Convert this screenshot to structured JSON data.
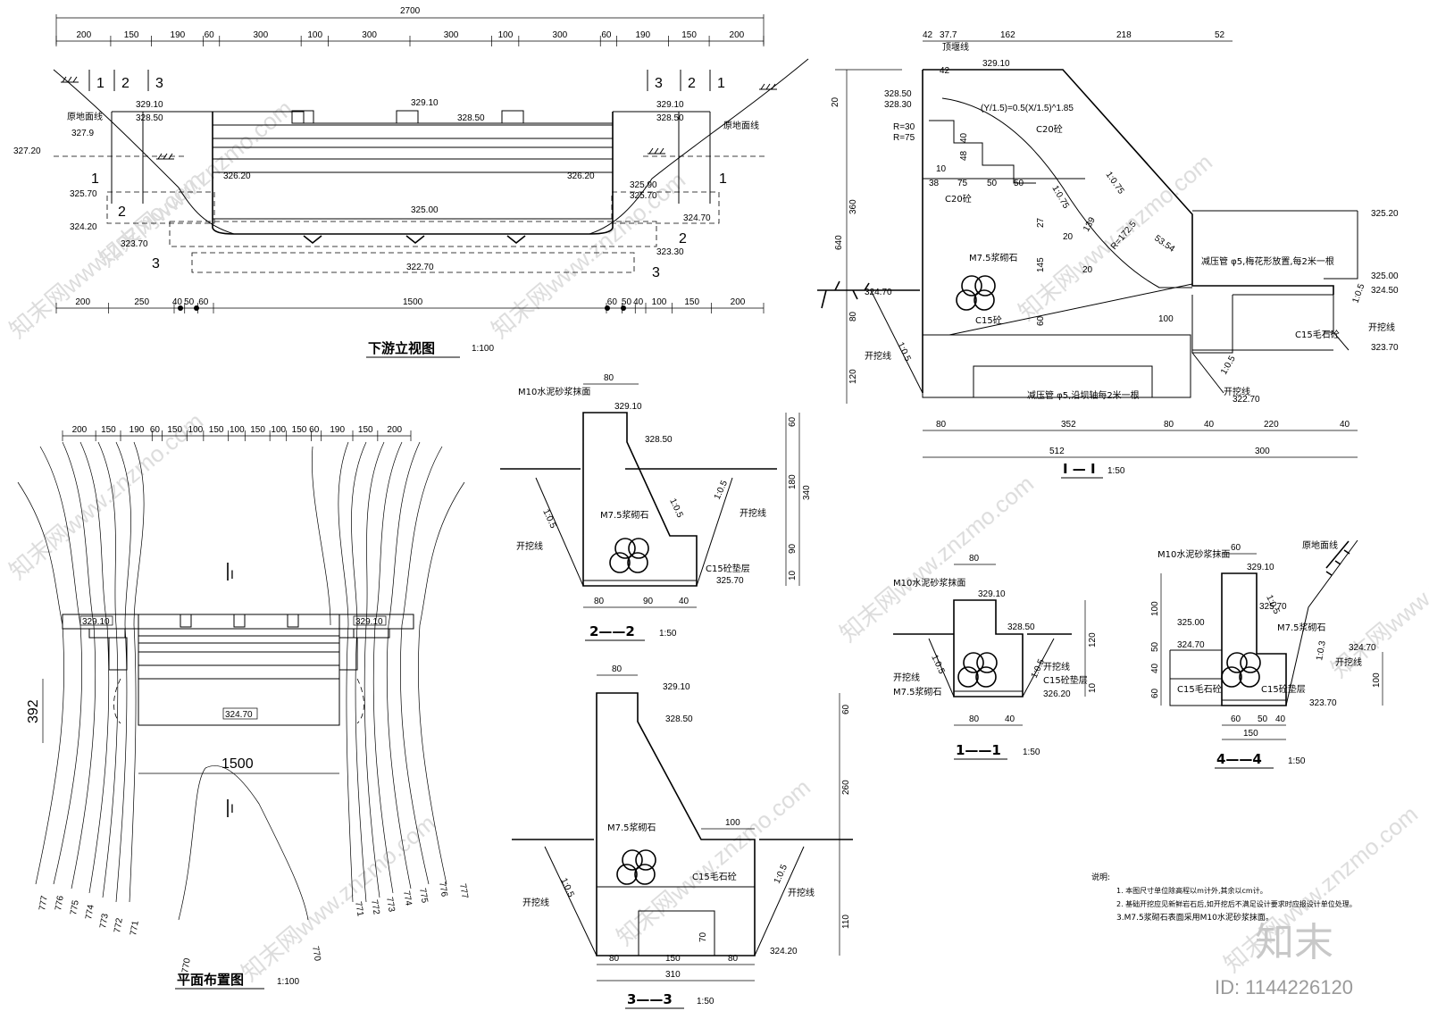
{
  "elevation": {
    "title": "下游立视图",
    "scale": "1:100",
    "top_total": "2700",
    "top_dims": [
      "200",
      "150",
      "190",
      "60",
      "300",
      "100",
      "300",
      "300",
      "100",
      "300",
      "60",
      "190",
      "150",
      "200"
    ],
    "bottom_dims": [
      "200",
      "250",
      "40",
      "50",
      "60",
      "1500",
      "60",
      "50",
      "40",
      "100",
      "150",
      "200"
    ],
    "elevations": {
      "crest_l": "329.10",
      "crest_r": "329.10",
      "crest_c": "329.10",
      "shoulder_l": "328.50",
      "shoulder_r": "328.50",
      "shoulder_c": "328.50",
      "ground_l": "327.9",
      "ground_far_l": "327.20",
      "apron_l": "326.20",
      "apron_r": "326.20",
      "left_325_70": "325.70",
      "r_325_90": "325.90",
      "r_325_70": "325.70",
      "center_325": "325.00",
      "r_324_70": "324.70",
      "l_324_20": "324.20",
      "l_323_70": "323.70",
      "r_323_30": "323.30",
      "bottom": "322.70"
    },
    "ground_label_l": "原地面线",
    "ground_label_r": "原地面线",
    "section_marks": [
      "1",
      "2",
      "3",
      "3",
      "2",
      "1"
    ]
  },
  "section_I": {
    "title": "I — I",
    "scale": "1:50",
    "top_dims": [
      "42",
      "37.7",
      "162",
      "218",
      "52"
    ],
    "top_sub": "42",
    "labels": {
      "crest": "329.10",
      "e1": "328.50",
      "e2": "328.30",
      "r1": "R=30",
      "r2": "R=75",
      "profile": "顶堰线",
      "eq": "(Y/1.5)=0.5(X/1.5)^1.85",
      "c20a": "C20砼",
      "c20b": "C20砼",
      "m75": "M7.5浆砌石",
      "c15": "C15砼",
      "slope_out": "1:0.75",
      "slope_in": "1:0.75",
      "r172": "R=172.5",
      "d139": "139",
      "d27": "27",
      "d145": "145",
      "d60": "60",
      "d20a": "20",
      "d20b": "20",
      "d53": "53.54",
      "d100": "100",
      "d10": "10",
      "d38": "38",
      "d75": "75",
      "d50a": "50",
      "d50b": "50",
      "d40": "40",
      "d48": "48",
      "v20": "20",
      "v360": "360",
      "v640": "640",
      "v80": "80",
      "v120": "120",
      "ground": "324.70",
      "open_l": "开挖线",
      "slope_l": "1:0.5",
      "pipe1": "减压管 φ5,梅花形放置,每2米一根",
      "pipe2": "减压管 φ5,沿坝轴每2米一根",
      "c15stone": "C15毛石砼",
      "open_r": "开挖线",
      "slope_r1": "1:0.5",
      "slope_r2": "1:0.5",
      "e325_20": "325.20",
      "e325_00": "325.00",
      "e324_50": "324.50",
      "e323_70": "323.70",
      "e322_70": "322.70"
    },
    "bottom_dims": [
      "80",
      "352",
      "80",
      "40",
      "220",
      "40"
    ],
    "bottom_total": [
      "512",
      "300"
    ]
  },
  "section_2": {
    "title": "2——2",
    "scale": "1:50",
    "top_dim": "80",
    "mortar": "M10水泥砂浆抹面",
    "crest": "329.10",
    "shoulder": "328.50",
    "slope_in": "1:0.5",
    "slope_l": "1:0.5",
    "slope_r": "1:0.5",
    "stone": "M7.5浆砌石",
    "open_l": "开挖线",
    "open_r": "开挖线",
    "cushion": "C15砼垫层",
    "base": "325.70",
    "right_dims": [
      "60",
      "180",
      "90",
      "10"
    ],
    "total": "340",
    "bottom_dims": [
      "80",
      "90",
      "40"
    ]
  },
  "section_3": {
    "title": "3——3",
    "scale": "1:50",
    "top_dim": "80",
    "crest": "329.10",
    "shoulder": "328.50",
    "step": "100",
    "stone": "M7.5浆砌石",
    "concrete": "C15毛石砼",
    "open_l": "开挖线",
    "open_r": "开挖线",
    "slope_l": "1:0.5",
    "slope_r": "1:0.5",
    "base": "324.20",
    "d70": "70",
    "right_dims": [
      "60",
      "260",
      "110"
    ],
    "bottom_dims": [
      "80",
      "150",
      "80"
    ],
    "total": "310"
  },
  "section_1": {
    "title": "1——1",
    "scale": "1:50",
    "top_dim": "80",
    "mortar": "M10水泥砂浆抹面",
    "crest": "329.10",
    "shoulder": "328.50",
    "open_l": "开挖线",
    "open_r": "开挖线",
    "slope_l": "1:0.5",
    "slope_r": "1:0.5",
    "stone": "M7.5浆砌石",
    "cushion": "C15砼垫层",
    "base": "326.20",
    "right_dims": [
      "120",
      "10"
    ],
    "bottom_dims": [
      "80",
      "40"
    ]
  },
  "section_4": {
    "title": "4——4",
    "scale": "1:50",
    "top_dim": "60",
    "mortar": "M10水泥砂浆抹面",
    "crest": "329.10",
    "e1": "325.70",
    "e2": "325.00",
    "e3": "324.70",
    "e4": "324.70",
    "base": "323.70",
    "ground": "原地面线",
    "open_r": "开挖线",
    "stone": "M7.5浆砌石",
    "c15stone": "C15毛石砼",
    "cushion": "C15砼垫层",
    "slope_a": "1:0.3",
    "slope_b": "1:0.5",
    "left_dims": [
      "100",
      "50",
      "40",
      "60"
    ],
    "right_dim": "100",
    "bottom_dims": [
      "60",
      "50",
      "40"
    ],
    "total": "150"
  },
  "plan": {
    "title": "平面布置图",
    "scale": "1:100",
    "top_dims": [
      "200",
      "150",
      "190",
      "60",
      "150",
      "100",
      "150",
      "100",
      "150",
      "100",
      "150",
      "60",
      "190",
      "150",
      "200"
    ],
    "crest_l": "329.10",
    "crest_r": "329.10",
    "apron": "324.70",
    "width": "1500",
    "length": "392",
    "sec_mark": "I",
    "contours_l": [
      "777",
      "776",
      "775",
      "774",
      "773",
      "772",
      "771",
      "770"
    ],
    "contours_r": [
      "777",
      "776",
      "775",
      "774",
      "773",
      "772",
      "771",
      "770"
    ]
  },
  "notes": {
    "heading": "说明:",
    "lines": [
      "1. 本图尺寸单位除高程以m计外,其余以cm计。",
      "2. 基础开挖应见新鲜岩石后,如开挖后不满足设计要求时应报设计单位处理。",
      "3.M7.5浆砌石表面采用M10水泥砂浆抹面。"
    ]
  },
  "brand": {
    "logo": "知末",
    "id": "ID: 1144226120",
    "watermark": "znzmo.com",
    "watermark_cn": "知末网www.znzmo.com"
  }
}
